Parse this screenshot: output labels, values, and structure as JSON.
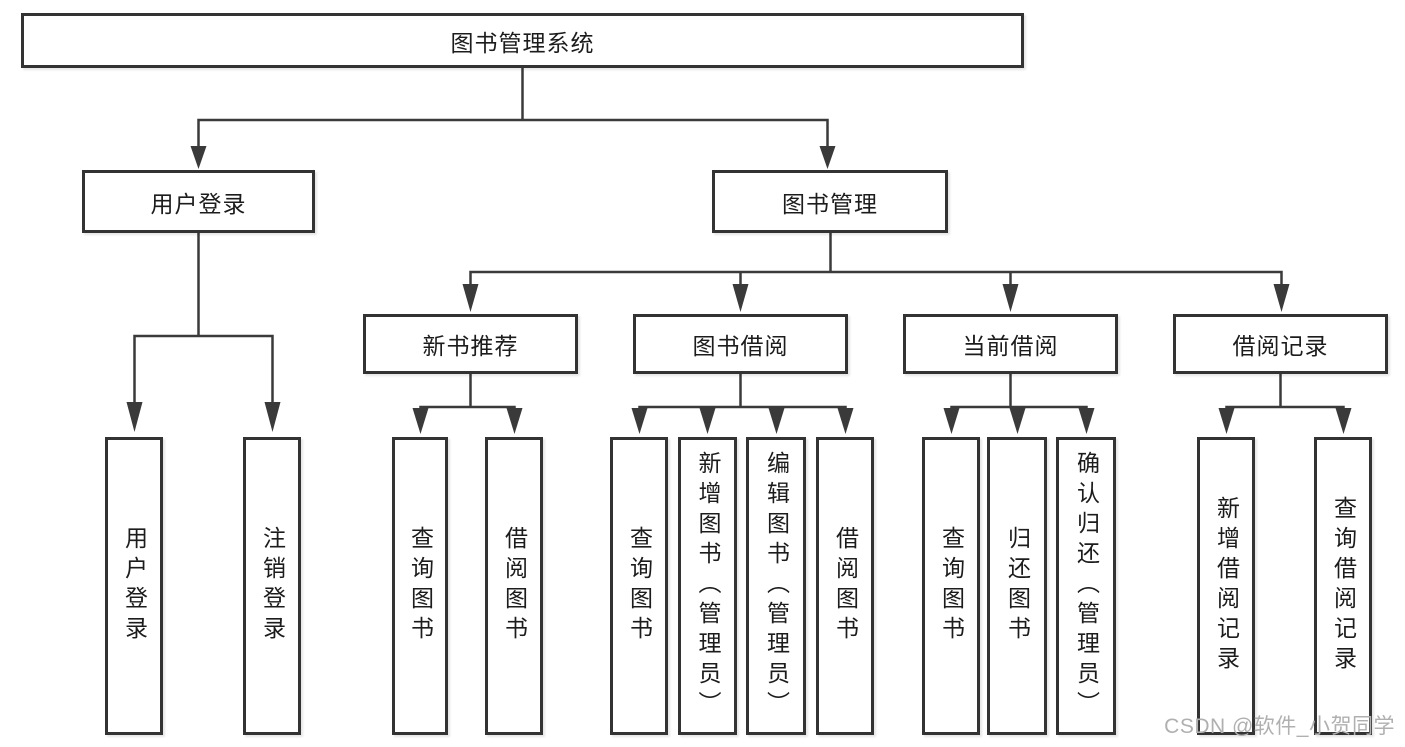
{
  "diagram": {
    "title": "图书管理系统",
    "root": {
      "label": "图书管理系统"
    },
    "level2": [
      {
        "id": "user-login",
        "label": "用户登录"
      },
      {
        "id": "book-management",
        "label": "图书管理"
      }
    ],
    "level3": [
      {
        "id": "new-book-recommend",
        "label": "新书推荐",
        "parent": "图书管理"
      },
      {
        "id": "book-borrow",
        "label": "图书借阅",
        "parent": "图书管理"
      },
      {
        "id": "current-borrow",
        "label": "当前借阅",
        "parent": "图书管理"
      },
      {
        "id": "borrow-records",
        "label": "借阅记录",
        "parent": "图书管理"
      }
    ],
    "leaves": [
      {
        "id": "user-login-leaf",
        "label": "用户登录",
        "parent": "用户登录"
      },
      {
        "id": "logout",
        "label": "注销登录",
        "parent": "用户登录"
      },
      {
        "id": "query-books-1",
        "label": "查询图书",
        "parent": "新书推荐"
      },
      {
        "id": "borrow-books-1",
        "label": "借阅图书",
        "parent": "新书推荐"
      },
      {
        "id": "query-books-2",
        "label": "查询图书",
        "parent": "图书借阅"
      },
      {
        "id": "add-books-admin",
        "label": "新增图书（管理员）",
        "parent": "图书借阅"
      },
      {
        "id": "edit-books-admin",
        "label": "编辑图书（管理员）",
        "parent": "图书借阅"
      },
      {
        "id": "borrow-books-2",
        "label": "借阅图书",
        "parent": "图书借阅"
      },
      {
        "id": "query-books-3",
        "label": "查询图书",
        "parent": "当前借阅"
      },
      {
        "id": "return-books",
        "label": "归还图书",
        "parent": "当前借阅"
      },
      {
        "id": "confirm-return-admin",
        "label": "确认归还（管理员）",
        "parent": "当前借阅"
      },
      {
        "id": "add-borrow-record",
        "label": "新增借阅记录",
        "parent": "借阅记录"
      },
      {
        "id": "query-borrow-record",
        "label": "查询借阅记录",
        "parent": "借阅记录"
      }
    ],
    "watermark": "CSDN @软件_小贺同学",
    "colors": {
      "line": "#3a3a3a",
      "box_border": "#333333",
      "text": "#1c1c1c",
      "watermark": "#b0b0b0",
      "background": "#ffffff"
    }
  }
}
